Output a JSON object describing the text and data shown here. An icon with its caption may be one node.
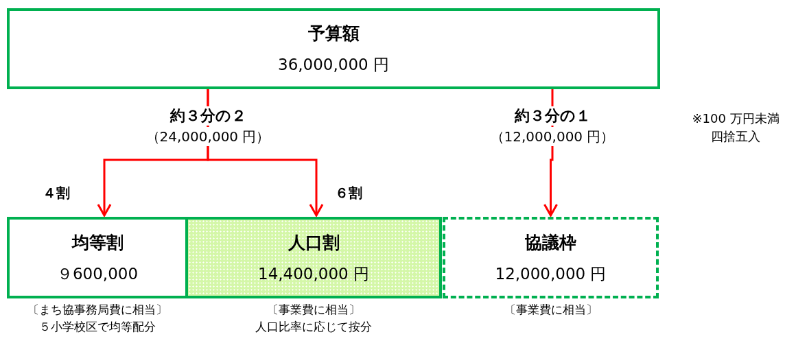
{
  "diagram": {
    "nodes": [
      {
        "text": [
          "予算額",
          "36,000,000 円"
        ]
      },
      {
        "text": [
          "均等割",
          "９600,000"
        ],
        "beside": [
          "〔まち協事務局費に相当〕",
          "５小学校区で均等配分"
        ]
      },
      {
        "text": [
          "人口割",
          "14,400,000 円"
        ],
        "beside": [
          "〔事業費に相当〕",
          "人口比率に応じて按分"
        ]
      },
      {
        "text": [
          "協議枠",
          "12,000,000 円"
        ],
        "beside": [
          "〔事業費に相当〕"
        ]
      }
    ],
    "edges": [
      {
        "from": 0,
        "to": 1,
        "arrow": "to",
        "label": "４割",
        "color": "#ff0000"
      },
      {
        "from": 0,
        "to": 2,
        "arrow": "to",
        "label": "６割",
        "color": "#ff0000"
      },
      {
        "from": 0,
        "to": 3,
        "arrow": "to",
        "color": "#ff0000"
      }
    ],
    "labels": [
      "約３分の２",
      "約３分の１",
      "※100 万円未満四捨五入",
      "（24,000,000 円）",
      "（12,000,000 円）"
    ]
  }
}
